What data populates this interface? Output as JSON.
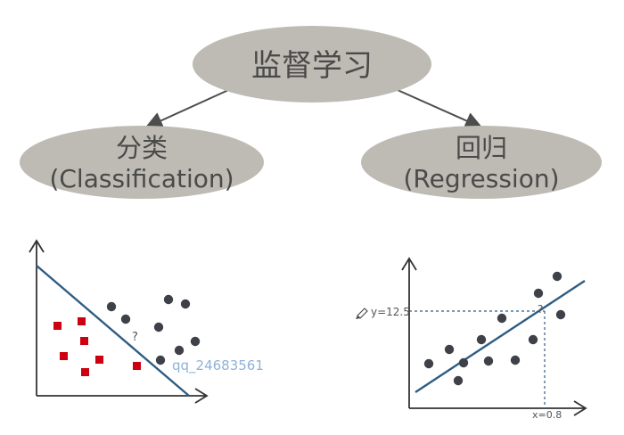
{
  "colors": {
    "ellipse": "#bdbbb3",
    "arrow": "#4d4d4d",
    "text": "#4a4a4a",
    "red_point": "#cc0011",
    "dark_point": "#3f4148",
    "blue_line": "#2f5c82",
    "watermark": "#8fb3d6"
  },
  "nodes": {
    "root": "监督学习",
    "classification_cn": "分类",
    "classification_en": "(Classification)",
    "regression_cn": "回归",
    "regression_en": "(Regression)"
  },
  "classification_plot": {
    "question_mark": "?",
    "watermark": "qq_24683561"
  },
  "regression_plot": {
    "y_label": "y=12.5",
    "x_label": "x=0.8",
    "question_mark": "?",
    "pencil_icon": "pencil-icon"
  }
}
